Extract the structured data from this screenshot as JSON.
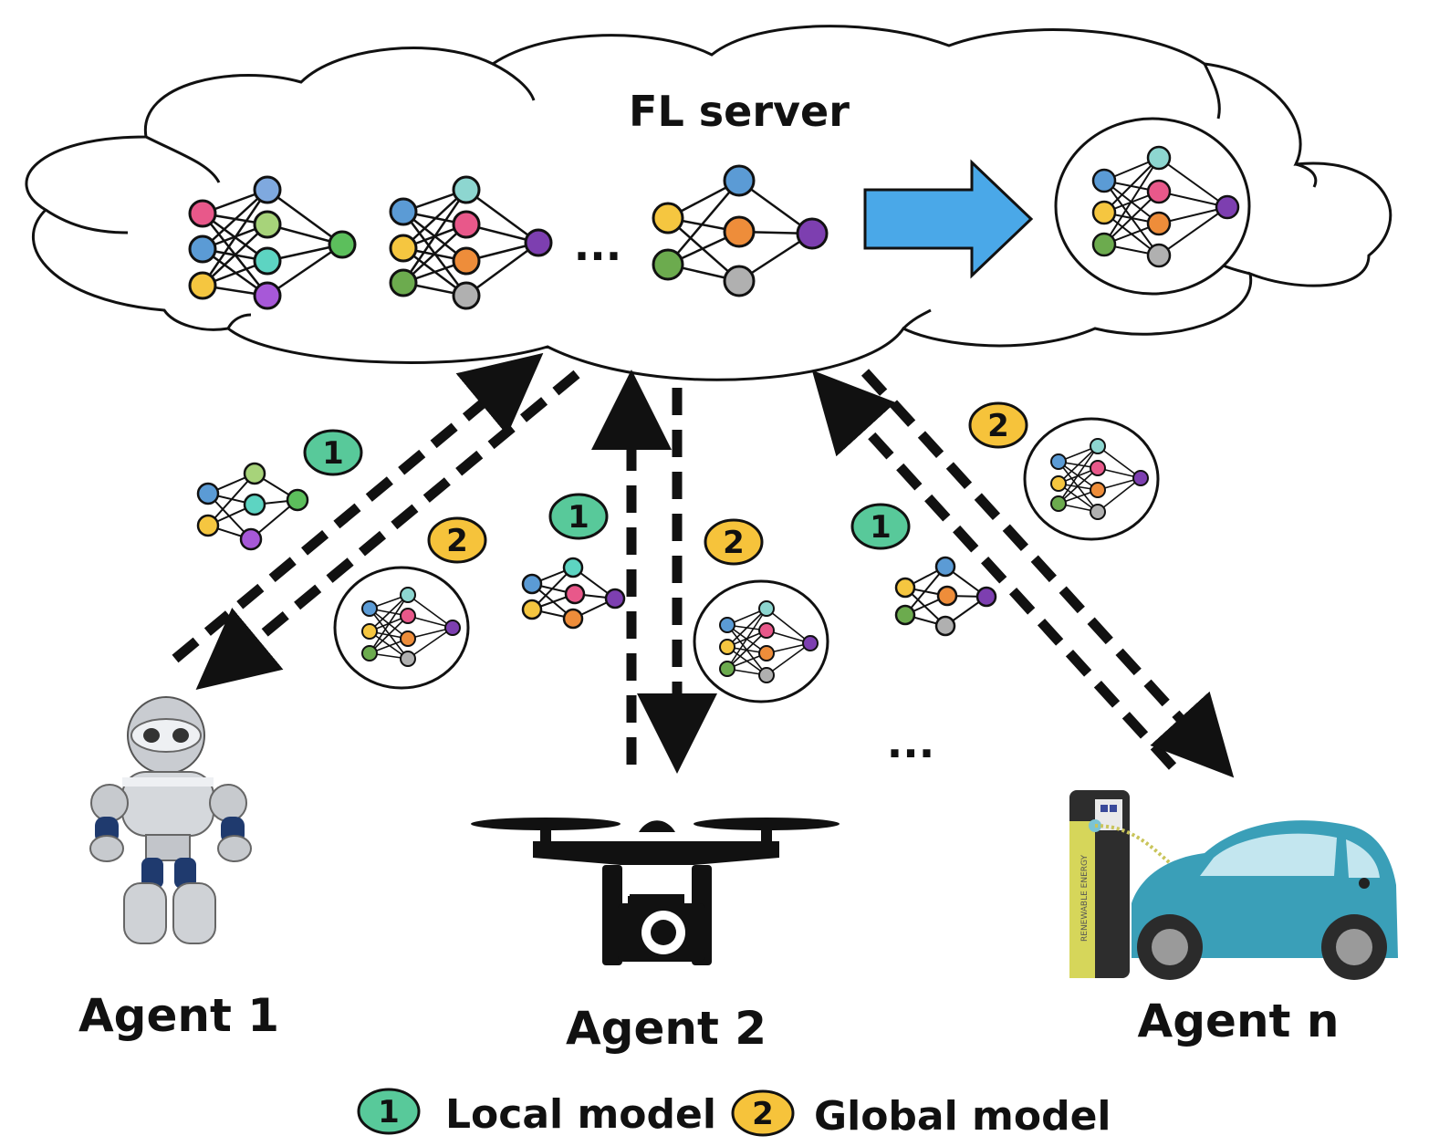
{
  "server": {
    "title": "FL server",
    "ellipsis": "..."
  },
  "agents": [
    {
      "label": "Agent 1"
    },
    {
      "label": "Agent 2"
    },
    {
      "label": "Agent n"
    }
  ],
  "agents_ellipsis": "...",
  "badges": {
    "local": "1",
    "global": "2"
  },
  "legend": {
    "local_label": "Local model",
    "global_label": "Global model"
  },
  "ev_charger_text": "RENEWABLE ENERGY",
  "colors": {
    "local_badge": "#58c99a",
    "global_badge": "#f6c33b",
    "aggregate_arrow": "#4aa8e8",
    "node_colors": [
      "#5b9bd5",
      "#e8588a",
      "#f5c640",
      "#6cab4e",
      "#a7d37a",
      "#5dd4c2",
      "#a758d8",
      "#ee8d3a",
      "#7d3fb0",
      "#8dd6d0",
      "#b0b0b0"
    ]
  }
}
